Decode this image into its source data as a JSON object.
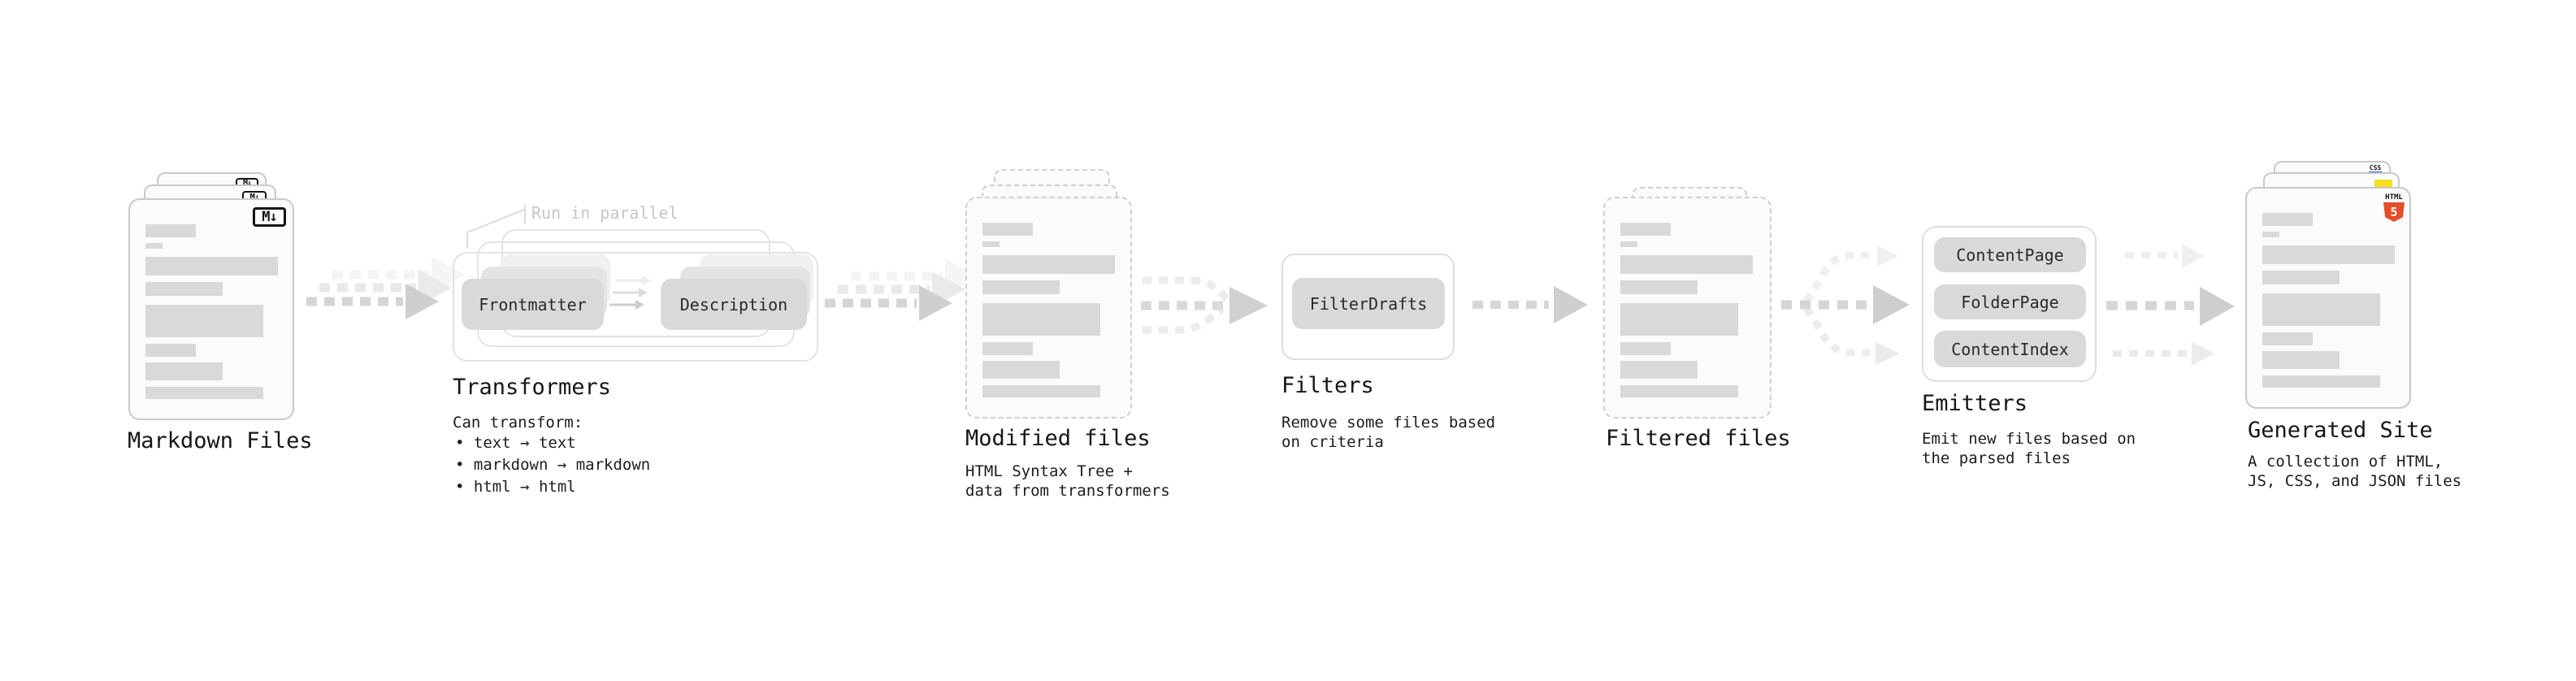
{
  "diagram": {
    "stages": {
      "markdown_files": {
        "label": "Markdown Files",
        "file_icon": "M↓"
      },
      "transformers": {
        "label": "Transformers",
        "parallel_note": "Run in parallel",
        "nodes": [
          "Frontmatter",
          "Description"
        ],
        "desc_intro": "Can transform:",
        "bullets": [
          "• text → text",
          "• markdown → markdown",
          "• html → html"
        ]
      },
      "modified_files": {
        "label": "Modified files",
        "desc": "HTML Syntax Tree +\ndata from transformers"
      },
      "filters": {
        "label": "Filters",
        "nodes": [
          "FilterDrafts"
        ],
        "desc": "Remove some files based\non criteria"
      },
      "filtered_files": {
        "label": "Filtered files"
      },
      "emitters": {
        "label": "Emitters",
        "nodes": [
          "ContentPage",
          "FolderPage",
          "ContentIndex"
        ],
        "desc": "Emit new files based on\nthe parsed files"
      },
      "generated_site": {
        "label": "Generated Site",
        "desc": "A collection of HTML,\nJS, CSS, and JSON files",
        "badges": {
          "html": "HTML",
          "html_number": "5",
          "css": "CSS"
        }
      }
    },
    "colors": {
      "node_gray": "#d9d9d9",
      "bar_gray": "#d9d9d9",
      "arrow_gray": "#d5d5d5",
      "muted_note": "#c6c6c6",
      "text": "#1c1c1c",
      "html5_orange": "#e44d26",
      "js_yellow": "#f6df1e",
      "css_blue": "#2965f1"
    }
  }
}
